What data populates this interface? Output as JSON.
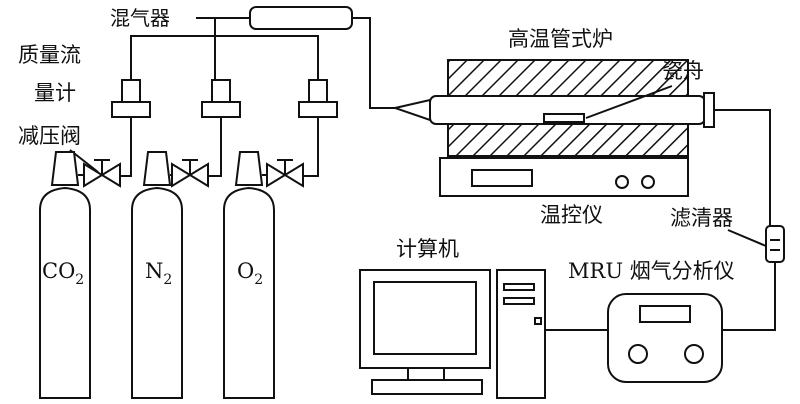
{
  "labels": {
    "mixer": "混气器",
    "mfc_line1": "质量流",
    "mfc_line2": "量计",
    "valve": "减压阀",
    "furnace": "高温管式炉",
    "boat": "瓷舟",
    "temp_controller": "温控仪",
    "filter": "滤清器",
    "computer": "计算机",
    "analyzer": "MRU 烟气分析仪"
  },
  "cylinders": [
    {
      "gas": "CO",
      "sub": "2"
    },
    {
      "gas": "N",
      "sub": "2"
    },
    {
      "gas": "O",
      "sub": "2"
    }
  ],
  "colors": {
    "line": "#111111",
    "background": "#ffffff"
  }
}
